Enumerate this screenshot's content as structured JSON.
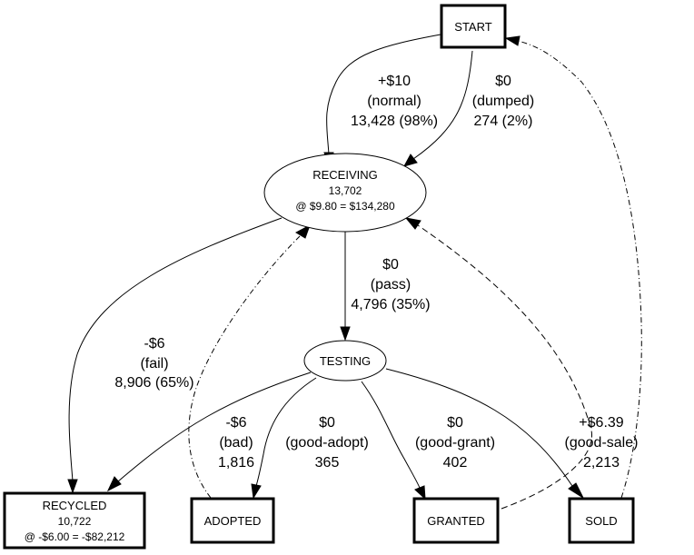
{
  "nodes": {
    "start": {
      "title": "START"
    },
    "receiving": {
      "title": "RECEIVING",
      "count": "13,702",
      "value": "@ $9.80 = $134,280"
    },
    "testing": {
      "title": "TESTING"
    },
    "recycled": {
      "title": "RECYCLED",
      "count": "10,722",
      "value": "@ -$6.00 = -$82,212"
    },
    "adopted": {
      "title": "ADOPTED"
    },
    "granted": {
      "title": "GRANTED"
    },
    "sold": {
      "title": "SOLD"
    }
  },
  "edges": {
    "normal": {
      "amount": "+$10",
      "kind": "(normal)",
      "count": "13,428 (98%)"
    },
    "dumped": {
      "amount": "$0",
      "kind": "(dumped)",
      "count": "274 (2%)"
    },
    "pass": {
      "amount": "$0",
      "kind": "(pass)",
      "count": "4,796 (35%)"
    },
    "fail": {
      "amount": "-$6",
      "kind": "(fail)",
      "count": "8,906 (65%)"
    },
    "bad": {
      "amount": "-$6",
      "kind": "(bad)",
      "count": "1,816"
    },
    "good_adopt": {
      "amount": "$0",
      "kind": "(good-adopt)",
      "count": "365"
    },
    "good_grant": {
      "amount": "$0",
      "kind": "(good-grant)",
      "count": "402"
    },
    "good_sale": {
      "amount": "+$6.39",
      "kind": "(good-sale)",
      "count": "2,213"
    }
  }
}
